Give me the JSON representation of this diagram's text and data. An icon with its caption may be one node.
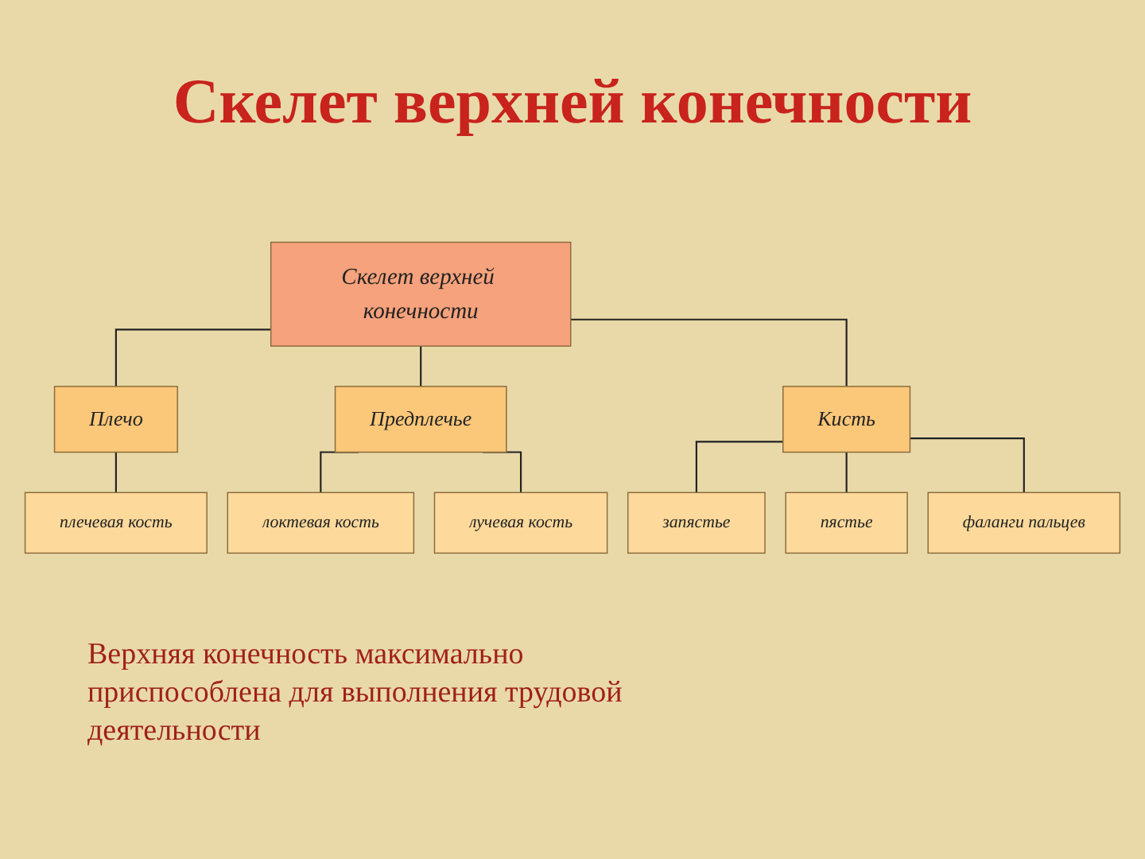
{
  "diagram": {
    "title": "Скелет верхней конечности",
    "nodes": [
      {
        "text": [
          "Скелет верхней конечности"
        ]
      },
      {
        "text": [
          "Плечо"
        ]
      },
      {
        "text": [
          "Предплечье"
        ]
      },
      {
        "text": [
          "Кисть"
        ]
      },
      {
        "text": [
          "плечевая кость"
        ]
      },
      {
        "text": [
          "локтевая кость"
        ]
      },
      {
        "text": [
          "лучевая кость"
        ]
      },
      {
        "text": [
          "запястье"
        ]
      },
      {
        "text": [
          "пястье"
        ]
      },
      {
        "text": [
          "фаланги пальцев"
        ]
      }
    ],
    "edges": [
      {
        "from": 0,
        "to": 1,
        "arrow": "none"
      },
      {
        "from": 0,
        "to": 2,
        "arrow": "none"
      },
      {
        "from": 0,
        "to": 3,
        "arrow": "none"
      },
      {
        "from": 1,
        "to": 4,
        "arrow": "none"
      },
      {
        "from": 2,
        "to": 5,
        "arrow": "none"
      },
      {
        "from": 2,
        "to": 6,
        "arrow": "none"
      },
      {
        "from": 3,
        "to": 7,
        "arrow": "none"
      },
      {
        "from": 3,
        "to": 8,
        "arrow": "none"
      },
      {
        "from": 3,
        "to": 9,
        "arrow": "none"
      }
    ],
    "labels": [
      "Верхняя конечность максимально приспособлена для выполнения трудовой деятельности"
    ]
  }
}
